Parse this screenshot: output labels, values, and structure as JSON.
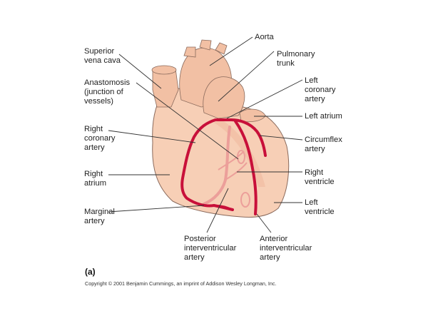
{
  "labels": {
    "superior_vena_cava": "Superior\nvena cava",
    "anastomosis": "Anastomosis\n(junction of\nvessels)",
    "right_coronary_artery": "Right\ncoronary\nartery",
    "right_atrium": "Right\natrium",
    "marginal_artery": "Marginal\nartery",
    "aorta": "Aorta",
    "pulmonary_trunk": "Pulmonary\ntrunk",
    "left_coronary_artery": "Left\ncoronary\nartery",
    "left_atrium": "Left atrium",
    "circumflex_artery": "Circumflex\nartery",
    "right_ventricle": "Right\nventricle",
    "left_ventricle": "Left\nventricle",
    "posterior_interventricular_artery": "Posterior\ninterventricular\nartery",
    "anterior_interventricular_artery": "Anterior\ninterventricular\nartery"
  },
  "panel_label": "(a)",
  "copyright": "Copyright © 2001 Benjamin Cummings, an imprint of Addison Wesley Longman, Inc.",
  "colors": {
    "heart_fill": "#f7cfb6",
    "heart_outline": "#8a6a5c",
    "vessel_fill": "#f2c0a4",
    "artery": "#c8103a",
    "posterior_vessel": "#ec9f9a",
    "leader_line": "#333333"
  }
}
